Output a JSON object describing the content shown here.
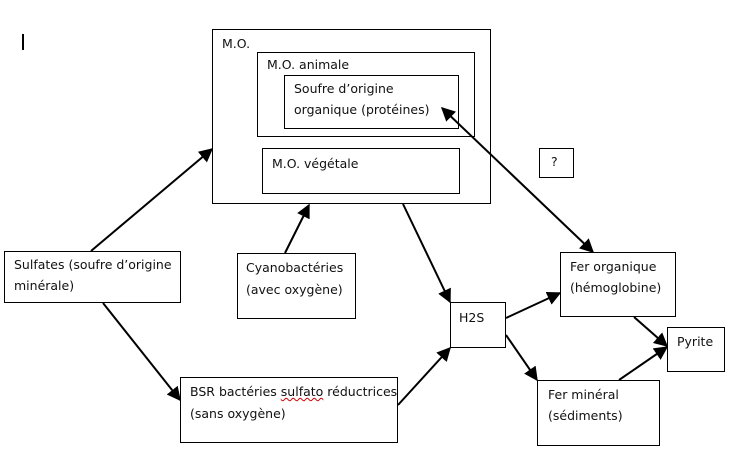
{
  "diagram": {
    "nodes": {
      "mo": {
        "label": "M.O."
      },
      "mo_animale": {
        "label": "M.O. animale"
      },
      "soufre_organique": {
        "line1": "Soufre d’origine",
        "line2": "organique (protéines)"
      },
      "mo_vegetale": {
        "label": "M.O. végétale"
      },
      "question": {
        "label": "?"
      },
      "sulfates": {
        "line1": "Sulfates (soufre d’origine",
        "line2": "minérale)"
      },
      "cyanobacteries": {
        "line1": "Cyanobactéries",
        "line2": "(avec oxygène)"
      },
      "h2s": {
        "label": "H2S"
      },
      "fer_organique": {
        "line1": "Fer organique",
        "line2": "(hémoglobine)"
      },
      "pyrite": {
        "label": "Pyrite"
      },
      "bsr": {
        "line1_a": "BSR bactéries ",
        "line1_b": "sulfato",
        "line1_c": " réductrices",
        "line2": "(sans oxygène)"
      },
      "fer_mineral": {
        "line1": "Fer minéral",
        "line2": "(sédiments)"
      }
    },
    "edges": [
      {
        "from": "sulfates",
        "to": "mo"
      },
      {
        "from": "sulfates",
        "to": "bsr"
      },
      {
        "from": "cyanobacteries",
        "to": "mo"
      },
      {
        "from": "mo",
        "to": "h2s"
      },
      {
        "from": "bsr",
        "to": "h2s"
      },
      {
        "from": "h2s",
        "to": "fer_organique"
      },
      {
        "from": "h2s",
        "to": "fer_mineral"
      },
      {
        "from": "fer_organique",
        "to": "soufre_organique",
        "bidirectional": true
      },
      {
        "from": "fer_organique",
        "to": "pyrite"
      },
      {
        "from": "fer_mineral",
        "to": "pyrite"
      }
    ]
  }
}
